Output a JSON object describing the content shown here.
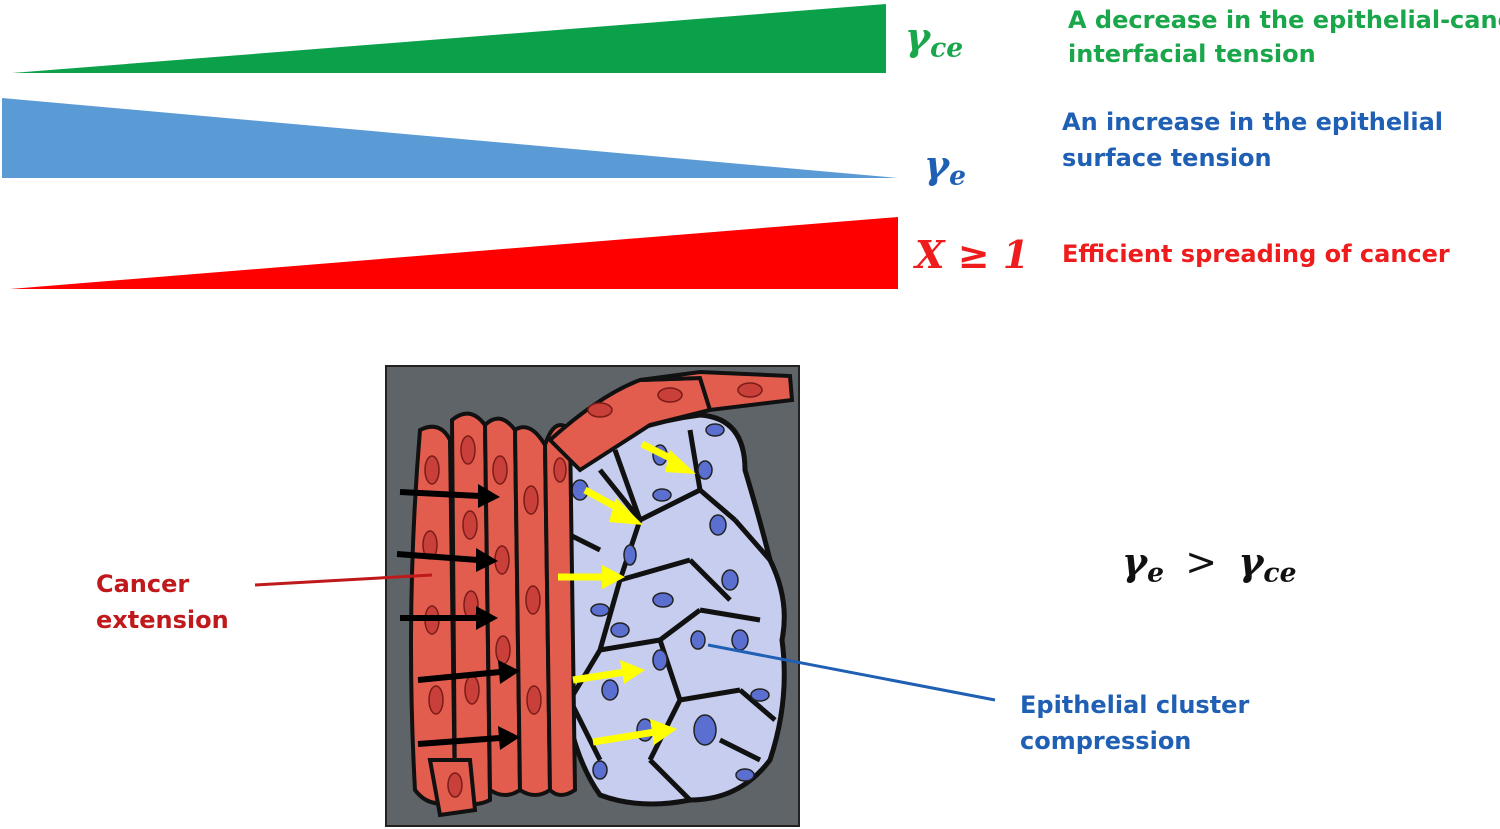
{
  "wedges": [
    {
      "symbol_main": "γ",
      "symbol_sub": "ce",
      "label_line1": "A decrease in the epithelial-cancer",
      "label_line2": "interfacial tension",
      "color": "#0aa14a"
    },
    {
      "symbol_main": "γ",
      "symbol_sub": "e",
      "label_line1": "An increase in the epithelial",
      "label_line2": "surface tension",
      "color": "#5b9bd5"
    },
    {
      "symbol_main": "X ≥ 1",
      "label_line1": "Efficient spreading of cancer",
      "color": "#ff0000"
    }
  ],
  "condition": {
    "lhs": "γ",
    "lhs_sub": "e",
    "op": ">",
    "rhs": "γ",
    "rhs_sub": "ce"
  },
  "callouts": {
    "cancer_line1": "Cancer",
    "cancer_line2": "extension",
    "epithelial_line1": "Epithelial cluster",
    "epithelial_line2": "compression"
  },
  "colors": {
    "panel_bg": "#5e6468",
    "cancer_cell": "#e35d4f",
    "cancer_nucleus": "#c9403a",
    "epithelial_cell": "#c6cdee",
    "epithelial_nucleus": "#5a6fd0",
    "force_arrow_cancer": "#000000",
    "force_arrow_epithelial": "#ffff00"
  }
}
